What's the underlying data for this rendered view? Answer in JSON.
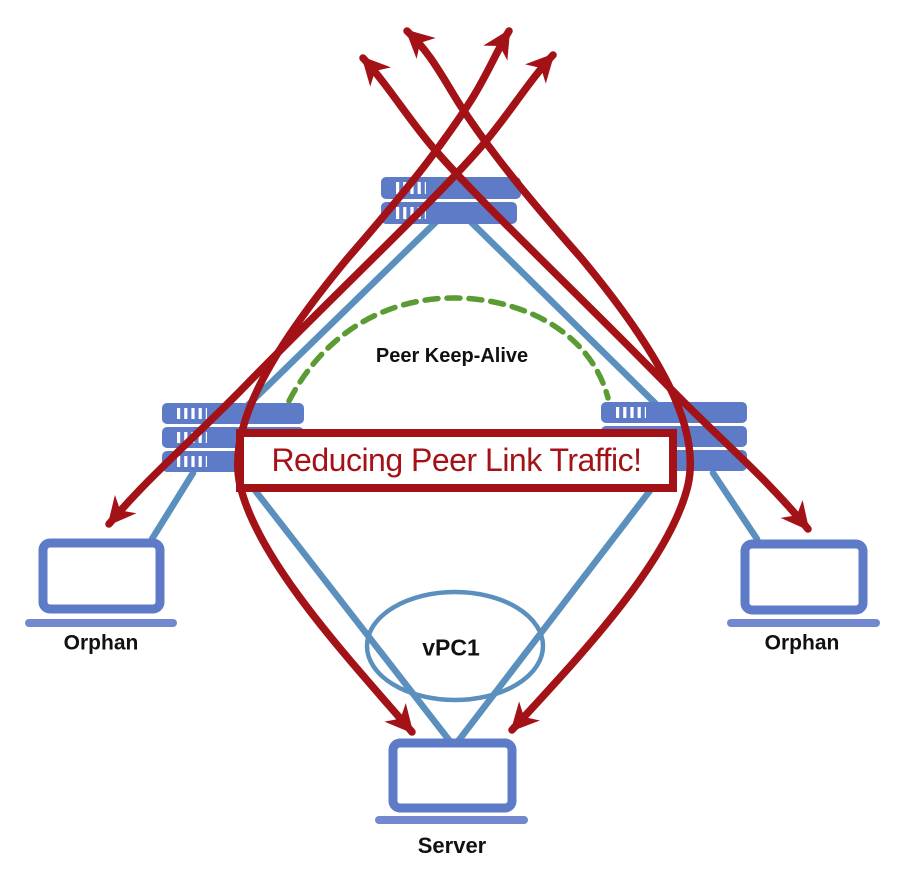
{
  "banner": {
    "text": "Reducing Peer Link Traffic!"
  },
  "labels": {
    "peer_keep_alive": "Peer Keep-Alive",
    "orphan_left": "Orphan",
    "orphan_right": "Orphan",
    "vpc1": "vPC1",
    "server": "Server"
  },
  "colors": {
    "device_blue": "#5d7bc6",
    "device_blue_light": "#7388ce",
    "link_blue": "#5a8fbe",
    "traffic_red": "#a31217",
    "keepalive_green": "#5a9b33",
    "banner_red": "#a31217",
    "text_black": "#111111",
    "background": "#ffffff"
  }
}
